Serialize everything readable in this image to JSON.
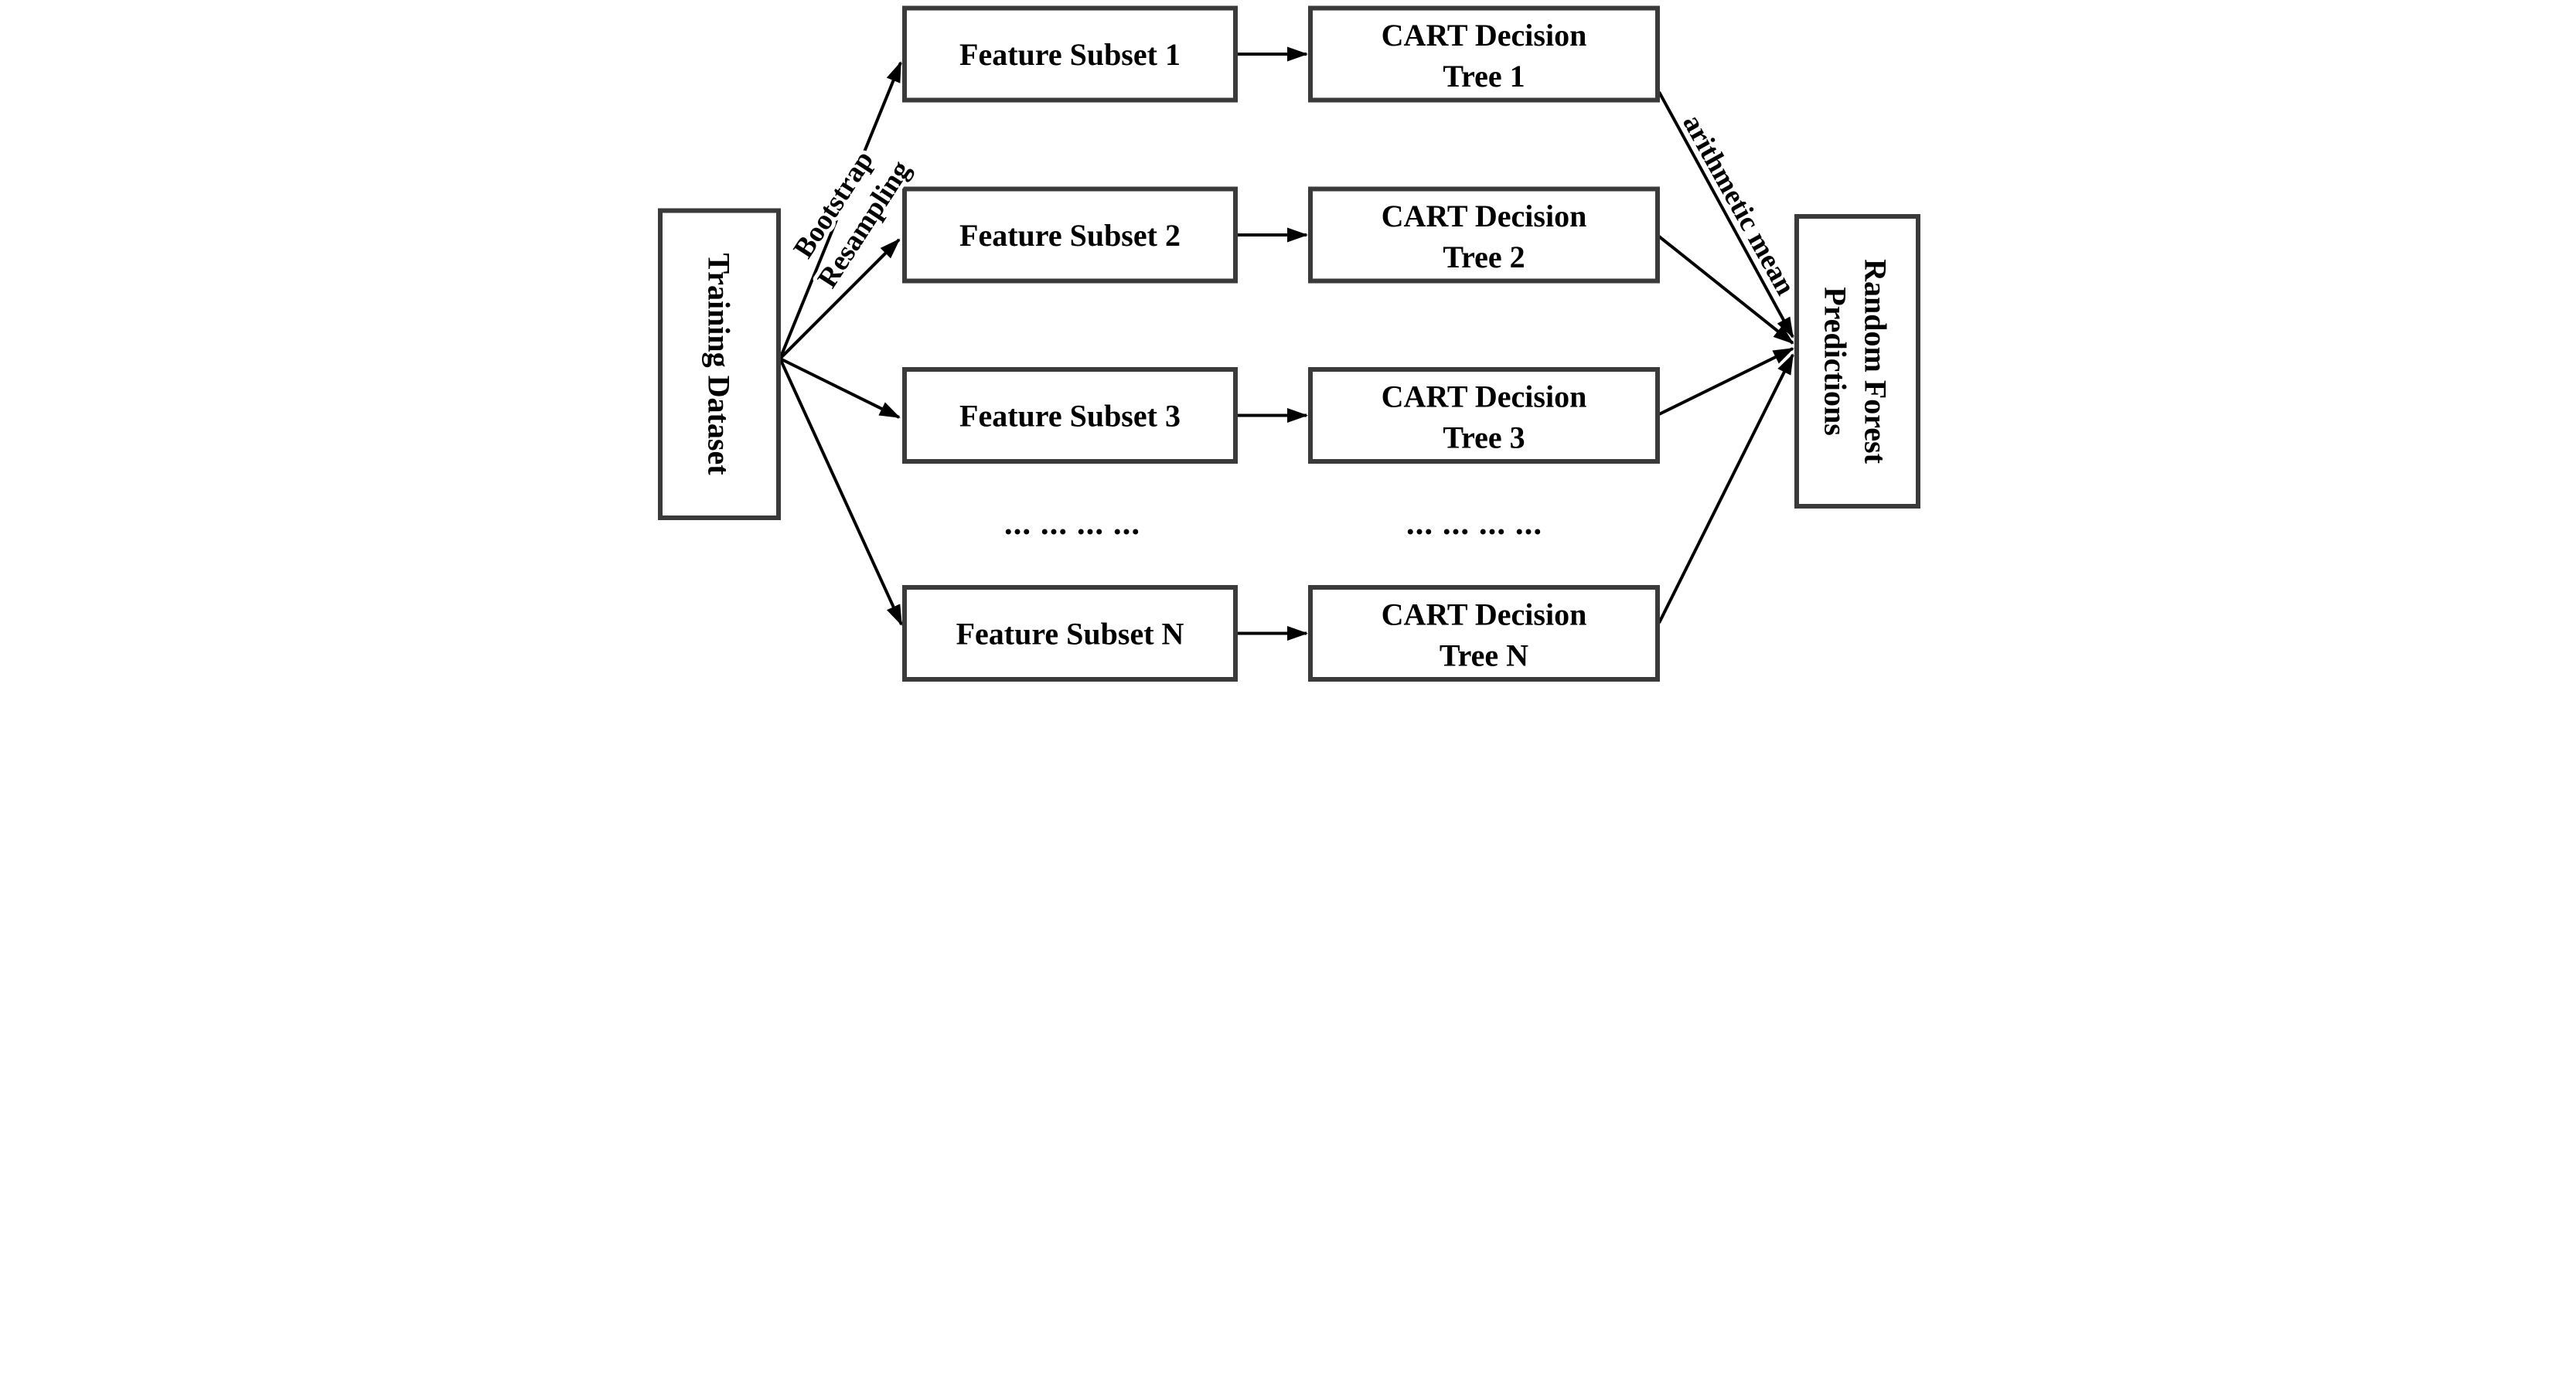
{
  "diagram": {
    "nodes": {
      "training_dataset": {
        "label": "Training Dataset"
      },
      "feature_subsets": [
        {
          "label": "Feature Subset 1"
        },
        {
          "label": "Feature Subset 2"
        },
        {
          "label": "Feature Subset 3"
        },
        {
          "label": "Feature Subset N"
        }
      ],
      "cart_trees": [
        {
          "line1": "CART Decision",
          "line2": "Tree 1"
        },
        {
          "line1": "CART Decision",
          "line2": "Tree 2"
        },
        {
          "line1": "CART Decision",
          "line2": "Tree 3"
        },
        {
          "line1": "CART Decision",
          "line2": "Tree N"
        }
      ],
      "rf_predictions": {
        "line1": "Random Forest",
        "line2": "Predictions"
      },
      "ellipsis": {
        "feature_column": "... ... ... ...",
        "cart_column": "... ... ... ..."
      }
    },
    "edge_labels": {
      "bootstrap": {
        "line1": "Bootstrap",
        "line2": "Resampling"
      },
      "aggregation": "arithmetic mean"
    }
  },
  "colors": {
    "background": "#ffffff",
    "box_border": "#3a3a3a",
    "connector": "#000000",
    "text": "#000000"
  }
}
